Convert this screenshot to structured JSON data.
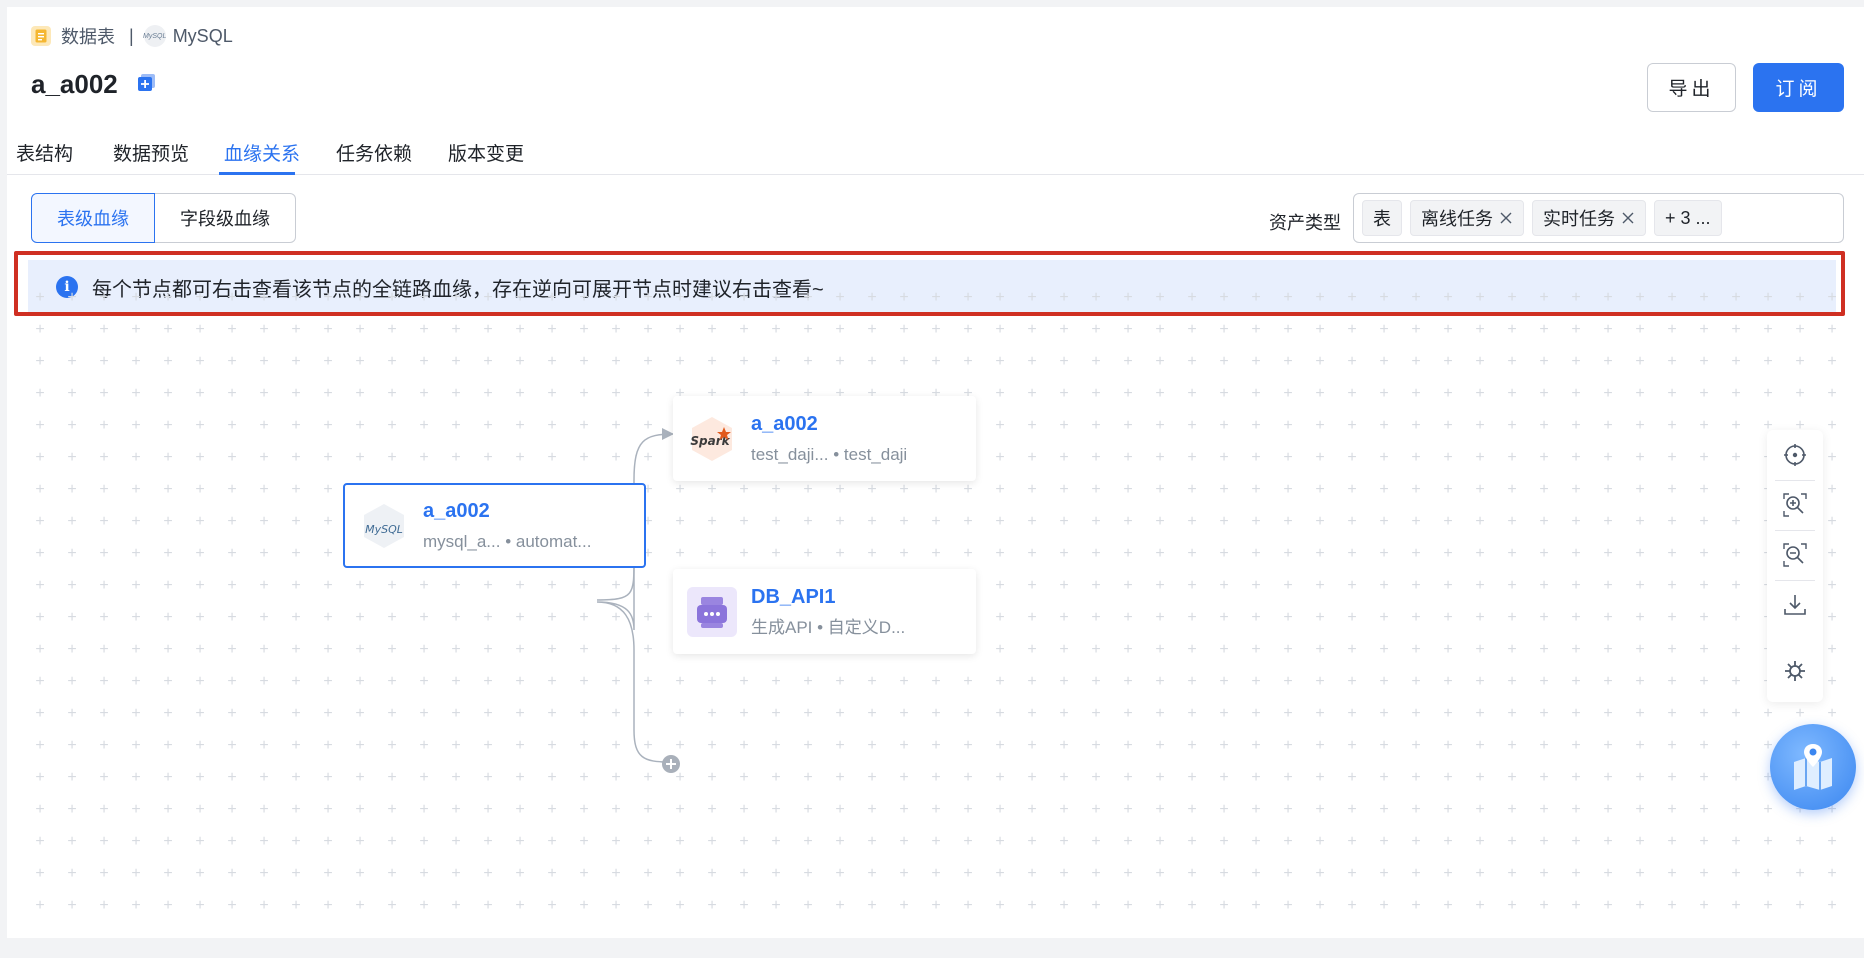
{
  "breadcrumb": {
    "category": "数据表",
    "separator": "|",
    "source": "MySQL",
    "source_icon_text": "MySQL"
  },
  "header": {
    "title": "a_a002",
    "export_label": "导出",
    "subscribe_label": "订阅"
  },
  "tabs": [
    {
      "label": "表结构",
      "active": false
    },
    {
      "label": "数据预览",
      "active": false
    },
    {
      "label": "血缘关系",
      "active": true
    },
    {
      "label": "任务依赖",
      "active": false
    },
    {
      "label": "版本变更",
      "active": false
    }
  ],
  "lineage_mode": {
    "table_level": "表级血缘",
    "field_level": "字段级血缘",
    "selected": "表级血缘"
  },
  "asset_filter": {
    "label": "资产类型",
    "chips": [
      "表",
      "离线任务",
      "实时任务"
    ],
    "more": "+ 3 ..."
  },
  "alert": {
    "text": "每个节点都可右击查看该节点的全链路血缘，存在逆向可展开节点时建议右击查看~"
  },
  "nodes": {
    "source": {
      "title": "a_a002",
      "subtitle": "mysql_a... • automat...",
      "icon": "mysql-icon",
      "icon_text": "MySQL"
    },
    "spark": {
      "title": "a_a002",
      "subtitle": "test_daji... • test_daji",
      "icon": "spark-icon",
      "icon_text": "Spark"
    },
    "api": {
      "title": "DB_API1",
      "subtitle": "生成API • 自定义D...",
      "icon": "api-icon"
    }
  },
  "toolbar": [
    "locate-icon",
    "zoom-in-icon",
    "zoom-out-icon",
    "download-icon",
    "settings-icon"
  ],
  "colors": {
    "accent": "#2b73f0",
    "alert_bg": "#e8effd",
    "highlight_border": "#cf2f22"
  }
}
